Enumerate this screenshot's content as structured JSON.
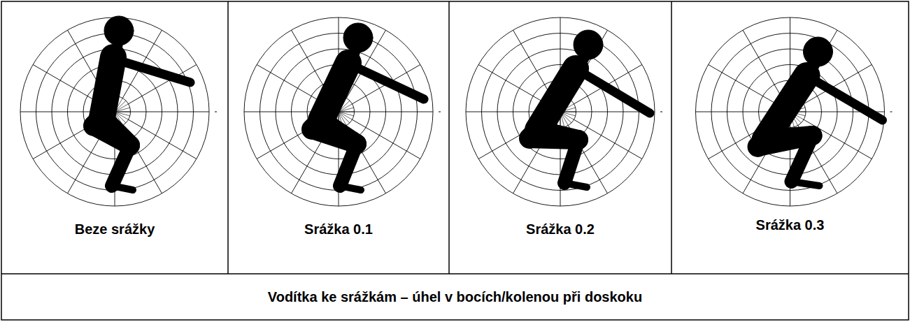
{
  "diagram": {
    "caption": "Vodítka ke srážkám – úhel v bocích/kolenou při doskoku",
    "labels": [
      "Beze srážky",
      "Srážka 0.1",
      "Srážka 0.2",
      "Srážka 0.3"
    ]
  }
}
